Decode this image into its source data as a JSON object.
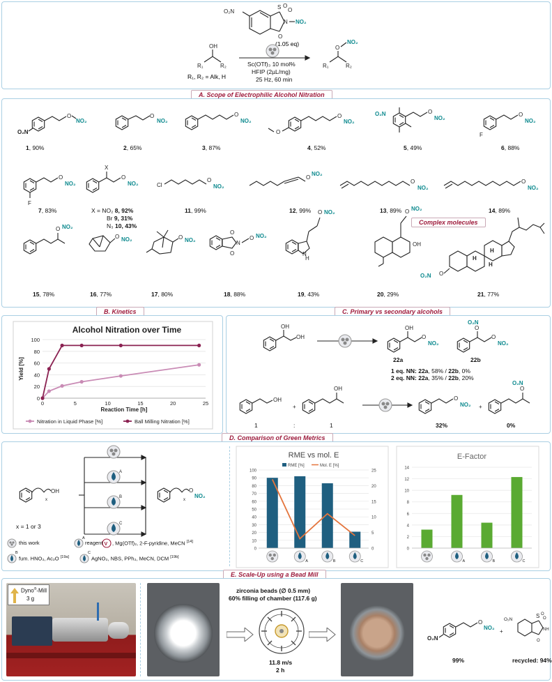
{
  "header": {
    "reagent_eq": "(1.05 eq)",
    "r_groups": "R₁, R₂ = Alk, H",
    "conditions": [
      "Sc(OTf)₃ 10 mol%",
      "HFIP (2µL/mg)",
      "25 Hz, 60 min"
    ]
  },
  "sectionA": {
    "title": "A. Scope of Electrophilic Alcohol Nitration",
    "complex_title": "Complex molecules",
    "compounds": [
      {
        "id": "1",
        "yield": "90%"
      },
      {
        "id": "2",
        "yield": "65%"
      },
      {
        "id": "3",
        "yield": "87%"
      },
      {
        "id": "4",
        "yield": "52%"
      },
      {
        "id": "5",
        "yield": "49%"
      },
      {
        "id": "6",
        "yield": "88%"
      },
      {
        "id": "7",
        "yield": "83%"
      },
      {
        "id": "11",
        "yield": "99%"
      },
      {
        "id": "12",
        "yield": "99%"
      },
      {
        "id": "13",
        "yield": "89%"
      },
      {
        "id": "14",
        "yield": "89%"
      },
      {
        "id": "15",
        "yield": "78%"
      },
      {
        "id": "16",
        "yield": "77%"
      },
      {
        "id": "17",
        "yield": "80%"
      },
      {
        "id": "18",
        "yield": "88%"
      },
      {
        "id": "19",
        "yield": "43%"
      },
      {
        "id": "20",
        "yield": "29%"
      },
      {
        "id": "21",
        "yield": "77%"
      }
    ],
    "x_variants": [
      {
        "x": "X = NO₂",
        "id": "8",
        "yield": "92%"
      },
      {
        "x": "Br",
        "id": "9",
        "yield": "31%"
      },
      {
        "x": "N₃",
        "id": "10",
        "yield": "43%"
      }
    ]
  },
  "sectionB": {
    "title": "B. Kinetics",
    "chart_data": {
      "type": "line",
      "title": "Alcohol Nitration over Time",
      "xlabel": "Reaction Time [h]",
      "ylabel": "Yield [%]",
      "xlim": [
        0,
        25
      ],
      "ylim": [
        0,
        100
      ],
      "xticks": [
        0,
        5,
        10,
        15,
        20,
        25
      ],
      "yticks": [
        0,
        20,
        40,
        60,
        80,
        100
      ],
      "legend": "bottom",
      "series": [
        {
          "name": "Nitration in Liquid Phase [%]",
          "color": "#c98bb5",
          "x": [
            0,
            1,
            3,
            6,
            12,
            24
          ],
          "y": [
            0,
            12,
            21,
            28,
            38,
            57
          ]
        },
        {
          "name": "Ball Milling Nitration [%]",
          "color": "#8b2252",
          "x": [
            0,
            1,
            3,
            6,
            12,
            24
          ],
          "y": [
            0,
            50,
            90,
            90,
            90,
            90
          ]
        }
      ]
    }
  },
  "sectionC": {
    "title": "C. Primary vs secondary alcohols",
    "product_a": "22a",
    "product_b": "22b",
    "results": [
      {
        "eq": "1 eq. NN:",
        "a": "22a",
        "a_yield": "58%",
        "b": "22b",
        "b_yield": "0%"
      },
      {
        "eq": "2 eq. NN:",
        "a": "22a",
        "a_yield": "35%",
        "b": "22b",
        "b_yield": "20%"
      }
    ],
    "ratio_left": "1",
    "ratio_sep": ":",
    "ratio_right": "1",
    "yield_primary": "32%",
    "yield_secondary": "0%"
  },
  "sectionD": {
    "title": "D. Comparison of Green Metrics",
    "x_note": "x = 1 or 3",
    "route_labels": [
      "A",
      "B",
      "C"
    ],
    "legend": {
      "this_work": "this work",
      "a": "reagent",
      "a_extra": ", Mg(OTf)₂, 2-F-pyridine, MeCN",
      "a_ref": "[14]",
      "b": "fum. HNO₃, Ac₂O",
      "b_ref": "[19a]",
      "c": "AgNO₃, NBS, PPh₃, MeCN, DCM",
      "c_ref": "[19b]"
    },
    "chart_data": [
      {
        "type": "bar",
        "title": "RME vs mol. E",
        "categories": [
          "this work",
          "A",
          "B",
          "C"
        ],
        "ylim": [
          0,
          100
        ],
        "y2lim": [
          0,
          25
        ],
        "yticks": [
          0,
          10,
          20,
          30,
          40,
          50,
          60,
          70,
          80,
          90,
          100
        ],
        "y2ticks": [
          0,
          5,
          10,
          15,
          20,
          25
        ],
        "series": [
          {
            "name": "RME [%]",
            "type": "bar",
            "color": "#1f5f80",
            "values": [
              90,
              92,
              83,
              21
            ]
          },
          {
            "name": "Mol. E [%]",
            "type": "line",
            "axis": "right",
            "color": "#e4753d",
            "values": [
              22,
              3,
              11,
              4
            ]
          }
        ]
      },
      {
        "type": "bar",
        "title": "E-Factor",
        "categories": [
          "this work",
          "A",
          "B",
          "C"
        ],
        "ylim": [
          0,
          14
        ],
        "yticks": [
          0,
          2,
          4,
          6,
          8,
          10,
          12,
          14
        ],
        "series": [
          {
            "name": "E-Factor",
            "color": "#5aaa32",
            "values": [
              3.2,
              9.2,
              4.4,
              12.3
            ]
          }
        ]
      }
    ]
  },
  "sectionE": {
    "title": "E. Scale-Up using a Bead Mill",
    "mill_brand": "Dyno",
    "mill_reg": "®",
    "mill_suffix": "-Mill",
    "mill_scale": "3 g",
    "beads": "zirconia beads (∅ 0.5 mm)",
    "filling": "60% filling of chamber (117.6 g)",
    "speed": "11.8 m/s",
    "time": "2 h",
    "product_yield": "99%",
    "recycled": "recycled: 94%"
  }
}
